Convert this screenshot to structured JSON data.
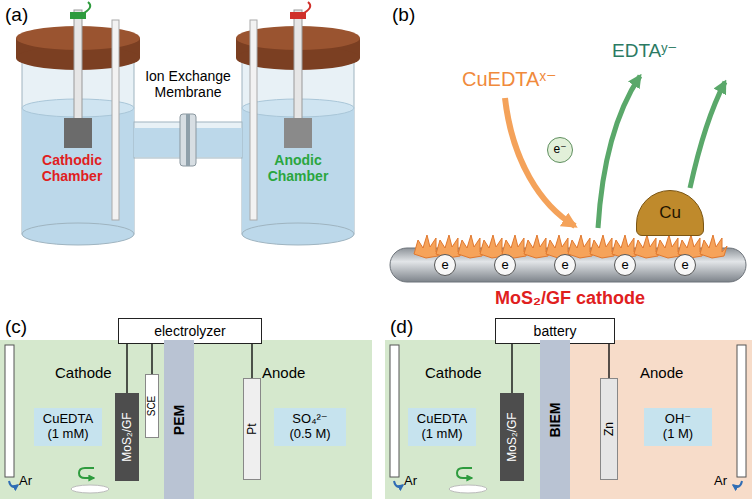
{
  "diagram": {
    "nodes": [
      {
        "text": [
          "e⁻"
        ]
      },
      {
        "text": [
          "Cu"
        ]
      },
      {
        "text": [
          "e"
        ]
      },
      {
        "text": [
          "e"
        ]
      },
      {
        "text": [
          "e"
        ]
      },
      {
        "text": [
          "e"
        ]
      },
      {
        "text": [
          "e"
        ]
      },
      {
        "text": [
          "electrolyzer"
        ]
      },
      {
        "text": [
          "Cathode",
          "Anode"
        ]
      },
      {
        "text": [
          "CuEDTA",
          "(1 mM)"
        ],
        "in": 8
      },
      {
        "text": [
          "MoS₂/GF"
        ],
        "in": 8
      },
      {
        "text": [
          "SCE"
        ],
        "in": 8
      },
      {
        "text": [
          "PEM"
        ],
        "in": 8
      },
      {
        "text": [
          "Pt"
        ],
        "in": 8
      },
      {
        "text": [
          "SO₄²⁻",
          "(0.5 M)"
        ],
        "in": 8
      },
      {
        "text": [
          "battery"
        ]
      },
      {
        "text": [
          "Cathode"
        ]
      },
      {
        "text": [
          "CuEDTA",
          "(1 mM)"
        ],
        "in": 16
      },
      {
        "text": [
          "MoS₂/GF"
        ],
        "in": 16
      },
      {
        "text": [
          "BIEM"
        ]
      },
      {
        "text": [
          "Anode"
        ]
      },
      {
        "text": [
          "Zn"
        ],
        "in": 20
      },
      {
        "text": [
          "OH⁻",
          "(1 M)"
        ],
        "in": 20
      }
    ],
    "edges": [
      {
        "from": 7,
        "to": 10,
        "arrow": "none"
      },
      {
        "from": 7,
        "to": 11,
        "arrow": "none"
      },
      {
        "from": 7,
        "to": 13,
        "arrow": "none"
      },
      {
        "from": 15,
        "to": 18,
        "arrow": "none"
      },
      {
        "from": 15,
        "to": 21,
        "arrow": "none"
      }
    ],
    "labels": [
      "(a)",
      "Ion Exchange Membrane",
      "Cathodic Chamber",
      "Anodic Chamber",
      "(b)",
      "CuEDTAˣ⁻",
      "EDTAʸ⁻",
      "MoS₂/GF cathode",
      "(c)",
      "Ar",
      "(d)",
      "Ar",
      "Ar"
    ]
  }
}
